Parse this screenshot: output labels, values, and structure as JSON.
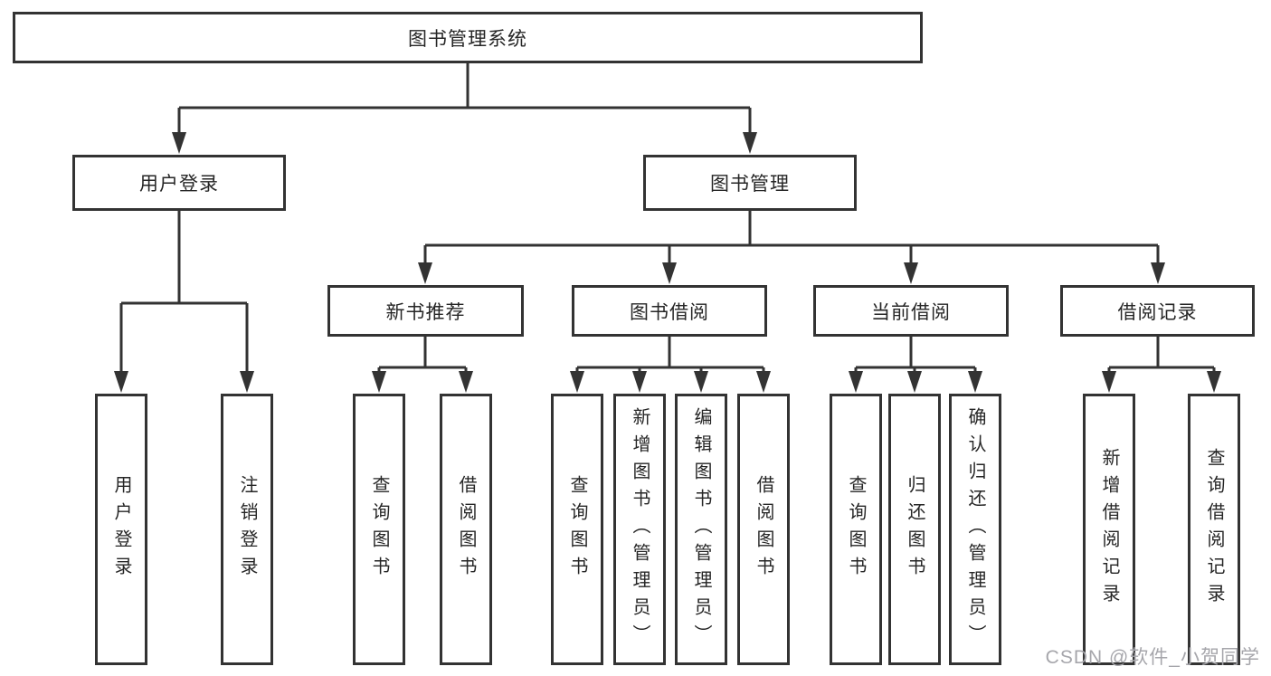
{
  "diagram": {
    "root": {
      "label": "图书管理系统"
    },
    "branches": [
      {
        "label": "用户登录",
        "children": [
          {
            "label": "用户登录"
          },
          {
            "label": "注销登录"
          }
        ]
      },
      {
        "label": "图书管理",
        "children": [
          {
            "label": "新书推荐",
            "children": [
              {
                "label": "查询图书"
              },
              {
                "label": "借阅图书"
              }
            ]
          },
          {
            "label": "图书借阅",
            "children": [
              {
                "label": "查询图书"
              },
              {
                "label": "新增图书（管理员）"
              },
              {
                "label": "编辑图书（管理员）"
              },
              {
                "label": "借阅图书"
              }
            ]
          },
          {
            "label": "当前借阅",
            "children": [
              {
                "label": "查询图书"
              },
              {
                "label": "归还图书"
              },
              {
                "label": "确认归还（管理员）"
              }
            ]
          },
          {
            "label": "借阅记录",
            "children": [
              {
                "label": "新增借阅记录"
              },
              {
                "label": "查询借阅记录"
              }
            ]
          }
        ]
      }
    ]
  },
  "watermark": {
    "text": "CSDN @软件_小贺同学"
  },
  "colors": {
    "line": "#333333",
    "box_border": "#333333",
    "box_background": "#ffffff",
    "text": "#262626",
    "watermark": "#a6a6ab",
    "page_background": "#ffffff"
  }
}
